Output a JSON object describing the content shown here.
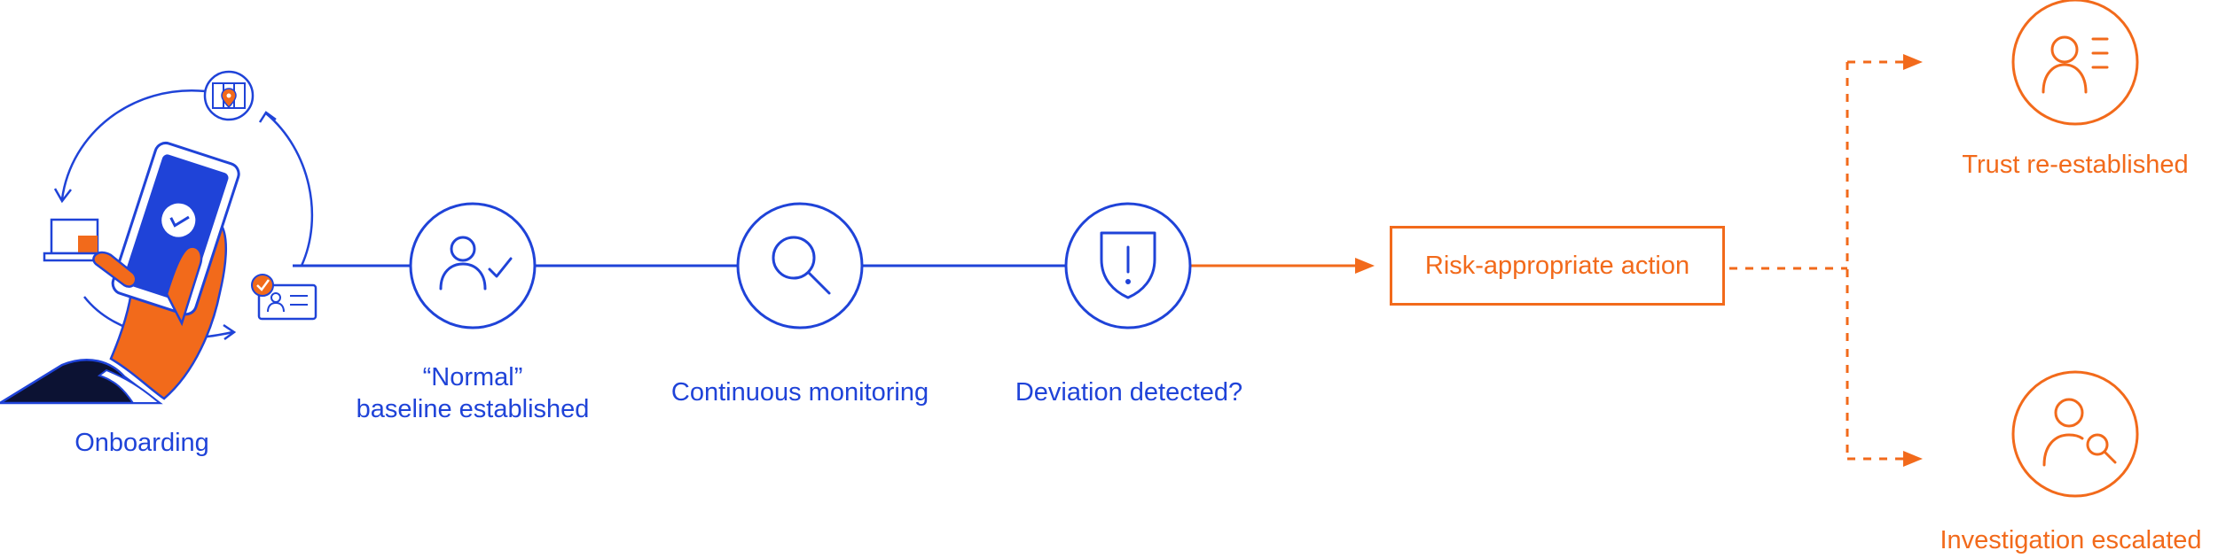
{
  "colors": {
    "blue": "#1f43d8",
    "orange": "#f26a1b",
    "dark": "#0c1233",
    "white": "#ffffff"
  },
  "steps": [
    {
      "id": "onboarding",
      "label": "Onboarding",
      "icon": "phone-hand-icon"
    },
    {
      "id": "baseline",
      "label_line1": "“Normal”",
      "label_line2": "baseline established",
      "icon": "user-check-icon"
    },
    {
      "id": "monitoring",
      "label": "Continuous monitoring",
      "icon": "magnifier-icon"
    },
    {
      "id": "deviation",
      "label": "Deviation detected?",
      "icon": "shield-alert-icon"
    }
  ],
  "action": {
    "label": "Risk-appropriate action"
  },
  "outcomes": [
    {
      "id": "trust",
      "label": "Trust re-established",
      "icon": "user-list-icon"
    },
    {
      "id": "investigation",
      "label": "Investigation escalated",
      "icon": "user-search-icon"
    }
  ]
}
